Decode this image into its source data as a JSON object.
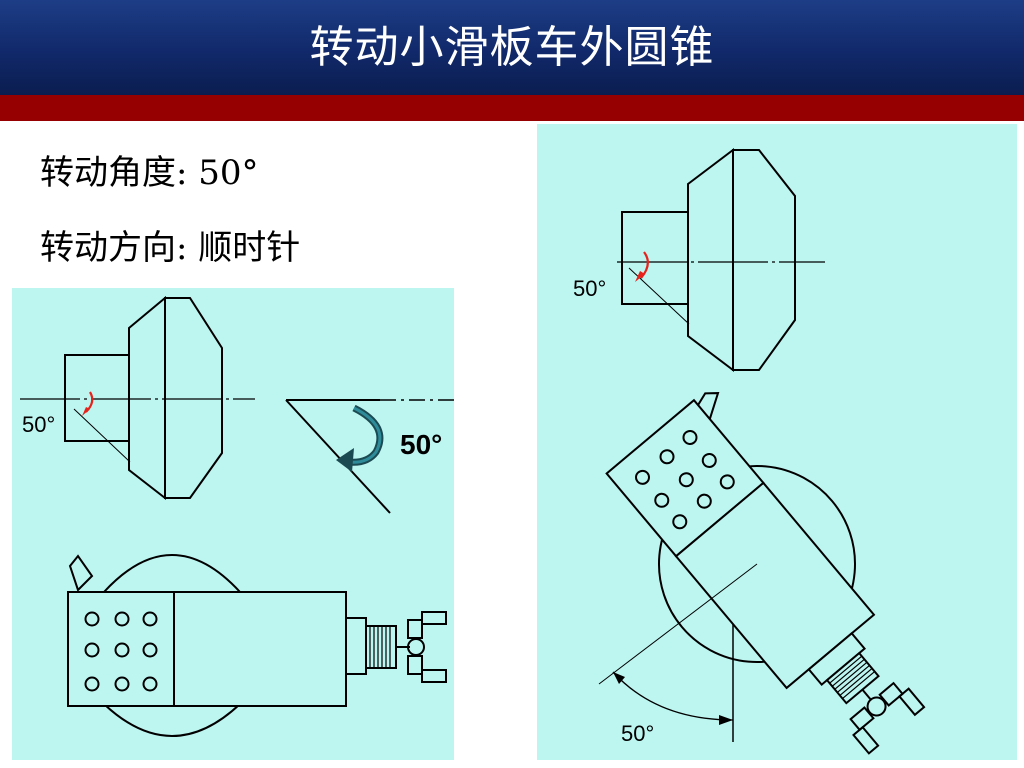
{
  "slide": {
    "title": "转动小滑板车外圆锥",
    "rotation_angle_label": "转动角度: 50°",
    "rotation_direction_label": "转动方向: 顺时针"
  },
  "left_figure": {
    "small_angle_label": "50°",
    "big_angle_label": "50°"
  },
  "right_figure": {
    "top_angle_label": "50°",
    "bottom_angle_label": "50°"
  },
  "colors": {
    "title_bar": "#11296a",
    "red_band": "#970000",
    "panel_background": "#bdf5f0",
    "rotation_arrow": "#1f4f58",
    "small_arrow": "#e8211b"
  }
}
